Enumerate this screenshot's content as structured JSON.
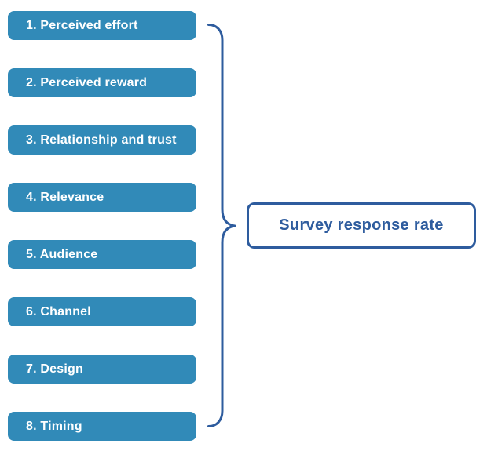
{
  "diagram": {
    "factors": [
      {
        "label": "1. Perceived effort"
      },
      {
        "label": "2. Perceived reward"
      },
      {
        "label": "3. Relationship and trust"
      },
      {
        "label": "4. Relevance"
      },
      {
        "label": "5. Audience"
      },
      {
        "label": "6. Channel"
      },
      {
        "label": "7. Design"
      },
      {
        "label": "8. Timing"
      }
    ],
    "result_label": "Survey response rate",
    "connector": "curly-brace"
  },
  "colors": {
    "accent": "#2e5c9e",
    "factor_box_fill": "#318ab8",
    "factor_box_text": "#ffffff",
    "background": "#ffffff"
  }
}
